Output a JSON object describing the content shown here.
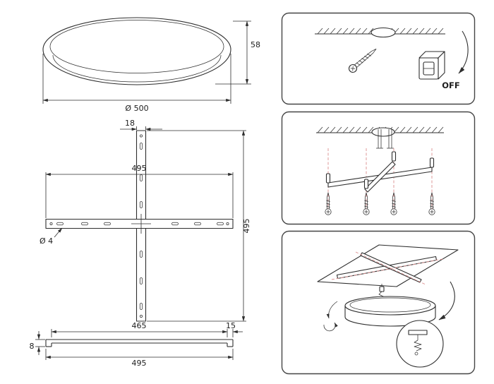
{
  "colors": {
    "line": "#2e2e2e",
    "panel_border": "#454545",
    "alignment_dashed": "#dc9090",
    "background": "#ffffff"
  },
  "views": {
    "lamp": {
      "height": "58",
      "diameter": "Ø 500"
    },
    "mounting_cross": {
      "bar_width": "18",
      "width": "495",
      "height": "495",
      "hole_diameter": "Ø 4"
    },
    "bar_profile": {
      "inner_length": "465",
      "end_length": "15",
      "height": "8",
      "total_length": "495"
    }
  },
  "steps": {
    "power_off": {
      "label": "OFF"
    }
  },
  "icons": [
    "screw-icon",
    "power-switch-icon",
    "power-off-arrow",
    "ceiling-hatch",
    "anchor-screw-icon",
    "alignment-dashed-lines",
    "mounting-cross-3d",
    "ceiling-plane",
    "rotation-arrow",
    "press-arrow",
    "spring-clip-icon",
    "clip-detail-circle",
    "suspension-rods"
  ]
}
